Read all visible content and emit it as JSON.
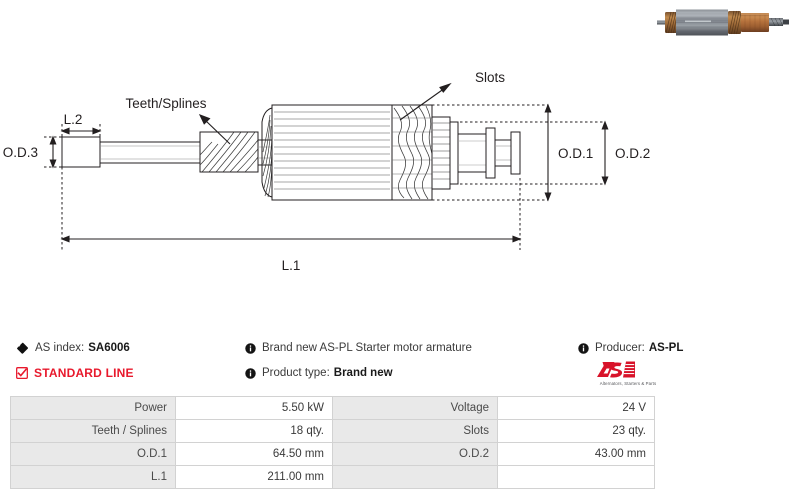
{
  "photo": {
    "alt": "starter-motor-armature-photo"
  },
  "drawing": {
    "labels": {
      "teeth_splines": "Teeth/Splines",
      "slots": "Slots",
      "od3": "O.D.3",
      "od1": "O.D.1",
      "od2": "O.D.2",
      "l1": "L.1",
      "l2": "L.2"
    }
  },
  "info": {
    "as_index_label": "AS index:",
    "as_index_value": "SA6006",
    "standard_line": "STANDARD LINE",
    "description": "Brand new AS-PL Starter motor armature",
    "product_type_label": "Product type:",
    "product_type_value": "Brand new",
    "producer_label": "Producer:",
    "producer_value": "AS-PL",
    "logo_mark": "AS",
    "logo_tagline": "Alternators, Starters & Parts"
  },
  "table": {
    "rows": [
      {
        "l_label": "Power",
        "l_value": "5.50 kW",
        "r_label": "Voltage",
        "r_value": "24 V"
      },
      {
        "l_label": "Teeth / Splines",
        "l_value": "18 qty.",
        "r_label": "Slots",
        "r_value": "23 qty."
      },
      {
        "l_label": "O.D.1",
        "l_value": "64.50 mm",
        "r_label": "O.D.2",
        "r_value": "43.00 mm"
      },
      {
        "l_label": "L.1",
        "l_value": "211.00 mm",
        "r_label": "",
        "r_value": ""
      }
    ]
  },
  "colors": {
    "brand_red": "#e8192c",
    "table_label_bg": "#e9e9e9",
    "table_border": "#d2d2d2",
    "ink": "#231f20"
  }
}
